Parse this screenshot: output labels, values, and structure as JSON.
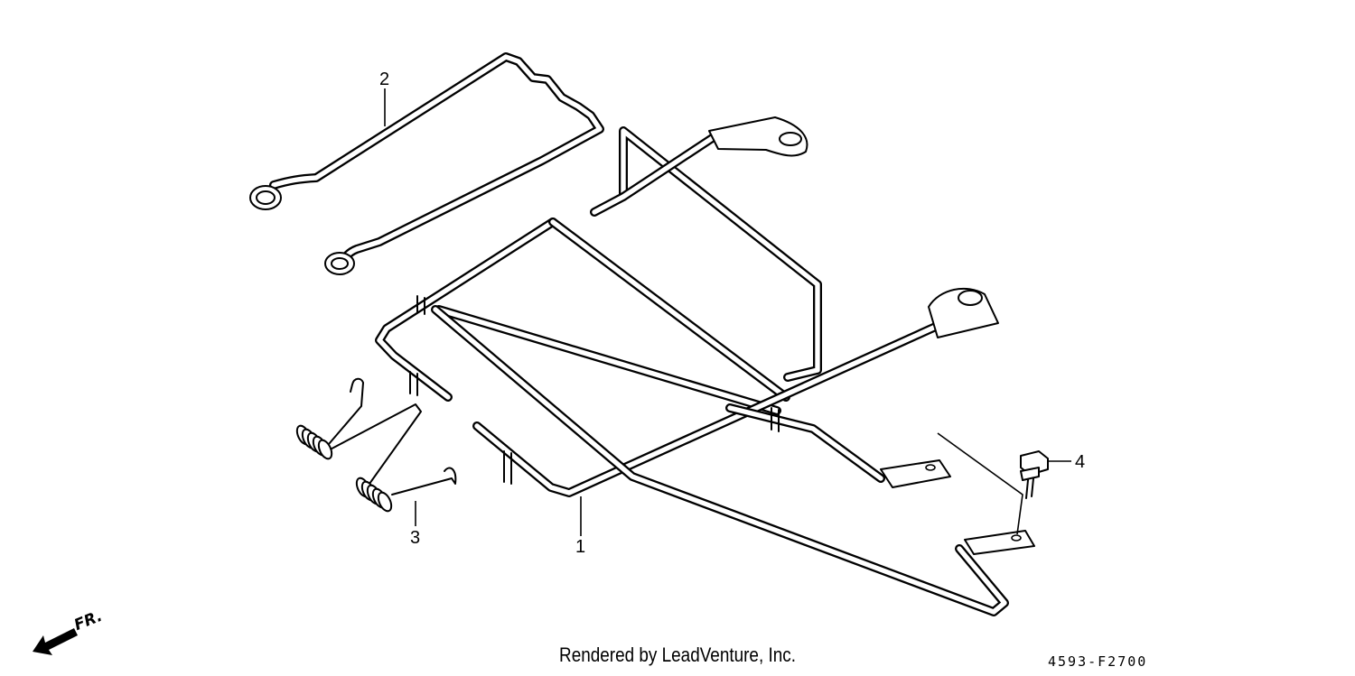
{
  "diagram": {
    "callouts": [
      {
        "id": "1",
        "label": "1"
      },
      {
        "id": "2",
        "label": "2"
      },
      {
        "id": "3",
        "label": "3"
      },
      {
        "id": "4",
        "label": "4"
      }
    ],
    "front_marker": "FR.",
    "credit": "Rendered by LeadVenture, Inc.",
    "diagram_code": "4593-F2700"
  }
}
